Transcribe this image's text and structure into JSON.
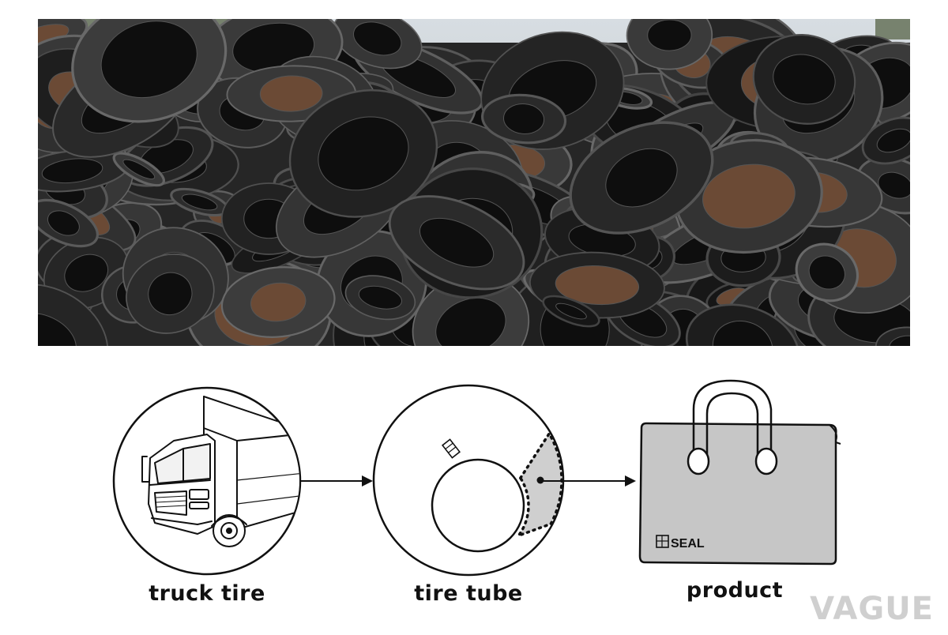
{
  "steps": [
    {
      "label": "truck tire"
    },
    {
      "label": "tire tube"
    },
    {
      "label": "product"
    }
  ],
  "product": {
    "brand_mark": "SEAL"
  },
  "watermark": "VAGUE",
  "colors": {
    "background": "#ffffff",
    "line": "#111111",
    "tube_segment": "#cfcfcf",
    "bag_fill": "#c6c6c6",
    "photo_sky": "#cfd7dc",
    "photo_tire": "#1e1e1e"
  },
  "icons": {
    "truck": "truck-icon",
    "tube": "tire-tube-icon",
    "bag": "bag-icon"
  }
}
